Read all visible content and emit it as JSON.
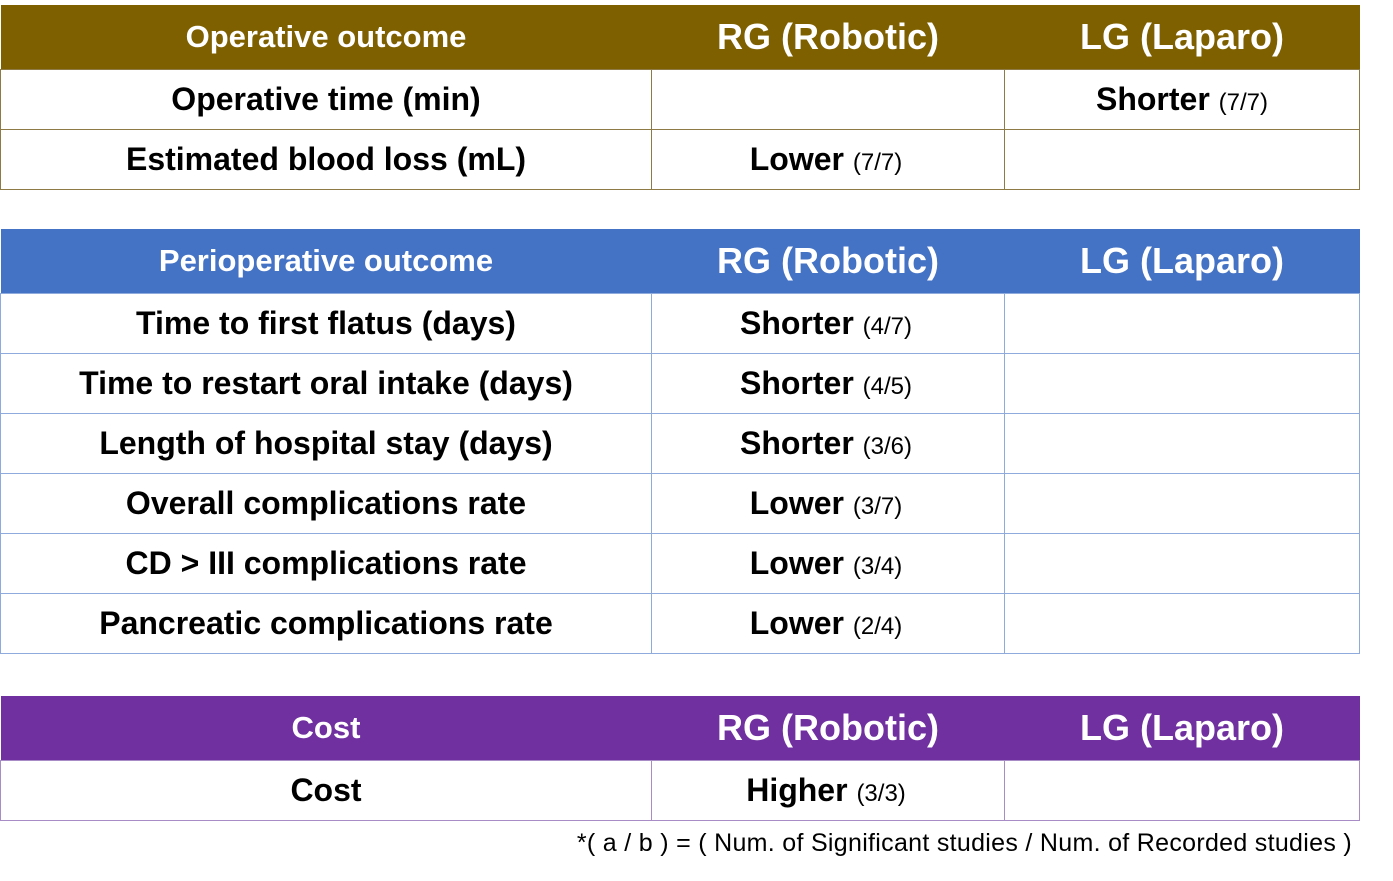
{
  "tables": [
    {
      "header": [
        "Operative outcome",
        "RG (Robotic)",
        "LG (Laparo)"
      ],
      "rows": [
        {
          "label": "Operative time (min)",
          "rg": {
            "text": "",
            "count": ""
          },
          "lg": {
            "text": "Shorter",
            "count": "(7/7)"
          }
        },
        {
          "label": "Estimated blood loss (mL)",
          "rg": {
            "text": "Lower",
            "count": "(7/7)"
          },
          "lg": {
            "text": "",
            "count": ""
          }
        }
      ]
    },
    {
      "header": [
        "Perioperative outcome",
        "RG (Robotic)",
        "LG (Laparo)"
      ],
      "rows": [
        {
          "label": "Time to first flatus (days)",
          "rg": {
            "text": "Shorter",
            "count": "(4/7)"
          },
          "lg": {
            "text": "",
            "count": ""
          }
        },
        {
          "label": "Time to restart oral intake (days)",
          "rg": {
            "text": "Shorter",
            "count": "(4/5)"
          },
          "lg": {
            "text": "",
            "count": ""
          }
        },
        {
          "label": "Length of hospital stay (days)",
          "rg": {
            "text": "Shorter",
            "count": "(3/6)"
          },
          "lg": {
            "text": "",
            "count": ""
          }
        },
        {
          "label": "Overall complications rate",
          "rg": {
            "text": "Lower",
            "count": "(3/7)"
          },
          "lg": {
            "text": "",
            "count": ""
          }
        },
        {
          "label": "CD > III complications rate",
          "rg": {
            "text": "Lower",
            "count": "(3/4)"
          },
          "lg": {
            "text": "",
            "count": ""
          }
        },
        {
          "label": "Pancreatic complications rate",
          "rg": {
            "text": "Lower",
            "count": "(2/4)"
          },
          "lg": {
            "text": "",
            "count": ""
          }
        }
      ]
    },
    {
      "header": [
        "Cost",
        "RG (Robotic)",
        "LG (Laparo)"
      ],
      "rows": [
        {
          "label": "Cost",
          "rg": {
            "text": "Higher",
            "count": "(3/3)"
          },
          "lg": {
            "text": "",
            "count": ""
          }
        }
      ]
    }
  ],
  "footnote": "*( a / b ) = ( Num. of Significant studies /  Num. of Recorded studies )",
  "colors": {
    "operative_header": "#7f6000",
    "perioperative_header": "#4472c4",
    "cost_header": "#7030a0",
    "header_text": "#ffffff"
  }
}
